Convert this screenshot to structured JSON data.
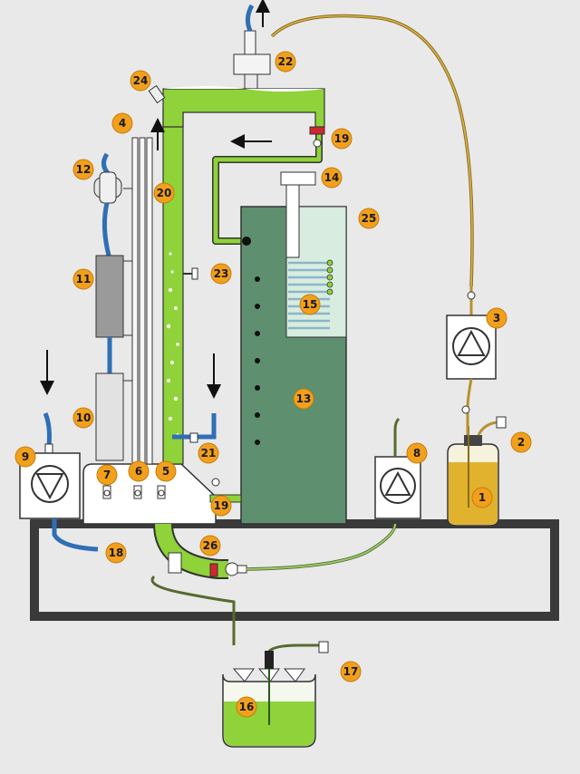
{
  "labels": {
    "b1": "1",
    "b2": "2",
    "b3": "3",
    "b4": "4",
    "b5": "5",
    "b6": "6",
    "b7": "7",
    "b8": "8",
    "b9": "9",
    "b10": "10",
    "b11": "11",
    "b12": "12",
    "b13": "13",
    "b14": "14",
    "b15": "15",
    "b16": "16",
    "b17": "17",
    "b18": "18",
    "b19a": "19",
    "b19b": "19",
    "b20": "20",
    "b21": "21",
    "b22": "22",
    "b23": "23",
    "b24": "24",
    "b25": "25",
    "b26": "26"
  },
  "colors": {
    "background": "#e9e9e9",
    "green_liquid": "#8fd23a",
    "reactor_tank": "#5e8f6e",
    "yellow_liquid": "#e0b22e",
    "tube_brown": "#b8912e",
    "tube_blue": "#2f6fb5",
    "badge": "#f2a01c"
  }
}
